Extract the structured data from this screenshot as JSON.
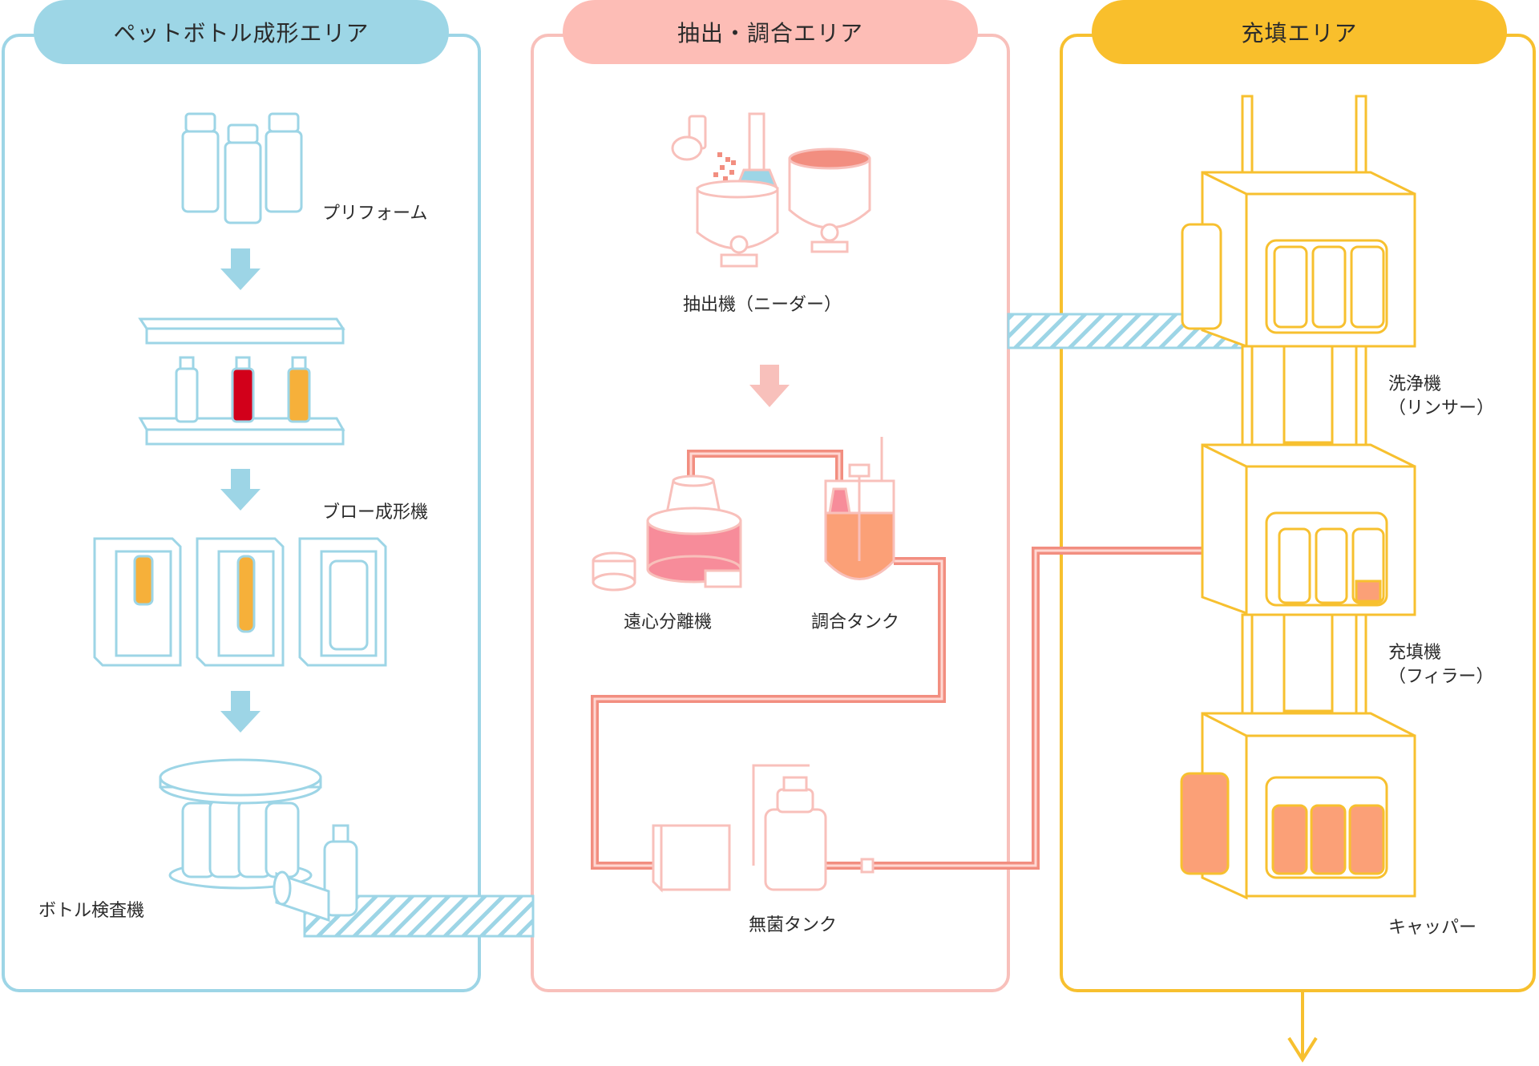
{
  "areas": {
    "bottle_forming": {
      "title": "ペットボトル成形エリア",
      "color": "#9dd6e6"
    },
    "extraction": {
      "title": "抽出・調合エリア",
      "color": "#fdbdb6"
    },
    "filling": {
      "title": "充填エリア",
      "color": "#f9bf2c"
    }
  },
  "labels": {
    "preform": "プリフォーム",
    "blow_molder": "ブロー成形機",
    "bottle_inspector": "ボトル検査機",
    "extractor": "抽出機（ニーダー）",
    "centrifuge": "遠心分離機",
    "blending_tank": "調合タンク",
    "sterile_tank": "無菌タンク",
    "rinser_line1": "洗浄機",
    "rinser_line2": "（リンサー）",
    "filler_line1": "充填機",
    "filler_line2": "（フィラー）",
    "capper": "キャッパー"
  },
  "colors": {
    "blue": "#9dd5e6",
    "pink_line": "#f8c0bb",
    "pipe": "#f28e80",
    "yellow": "#f7c02f",
    "orange_fill": "#fba077",
    "red_fill": "#d2001a",
    "amber_fill": "#f6b03a"
  }
}
